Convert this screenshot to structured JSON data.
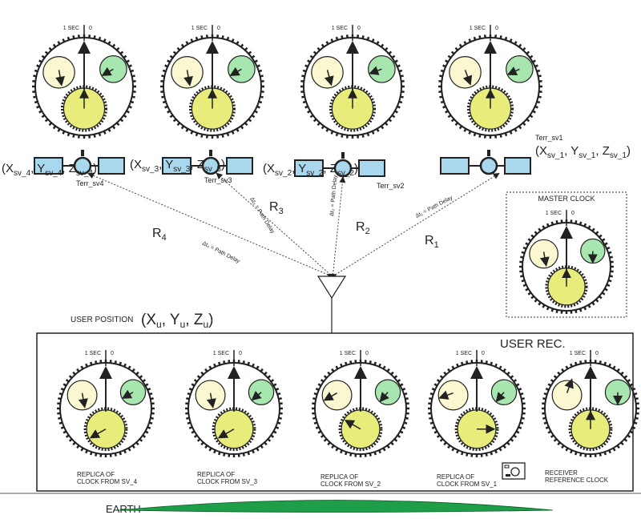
{
  "clock_labels": {
    "one_sec": "1 SEC",
    "zero": "0"
  },
  "satellites": [
    {
      "id": "sv4",
      "x": "X",
      "y": "Y",
      "z": "Z",
      "sub": "sv_4",
      "terr": "Terr_sv4",
      "range": "R",
      "range_sub": "4",
      "delay": "Δt₄ = Path Delay"
    },
    {
      "id": "sv3",
      "x": "X",
      "y": "Y",
      "z": "Z",
      "sub": "sv_3",
      "terr": "Terr_sv3",
      "range": "R",
      "range_sub": "3",
      "delay": "Δt₃ = Path Delay"
    },
    {
      "id": "sv2",
      "x": "X",
      "y": "Y",
      "z": "Z",
      "sub": "sv_2",
      "terr": "Terr_sv2",
      "range": "R",
      "range_sub": "2",
      "delay": "Δt₂ = Path Delay"
    },
    {
      "id": "sv1",
      "x": "X",
      "y": "Y",
      "z": "Z",
      "sub": "sv_1",
      "terr": "Terr_sv1",
      "range": "R",
      "range_sub": "1",
      "delay": "Δt₁ = Path Delay"
    }
  ],
  "master_clock": "MASTER CLOCK",
  "user_position": {
    "label": "USER POSITION",
    "x": "X",
    "y": "Y",
    "z": "Z",
    "sub": "u"
  },
  "user_rec": "USER REC.",
  "replicas": [
    [
      "REPLICA OF",
      "CLOCK FROM SV_4"
    ],
    [
      "REPLICA OF",
      "CLOCK FROM SV_3"
    ],
    [
      "REPLICA OF",
      "CLOCK FROM SV_2"
    ],
    [
      "REPLICA OF",
      "CLOCK FROM SV_1"
    ],
    [
      "RECEIVER",
      "REFERENCE CLOCK"
    ]
  ],
  "earth": "EARTH",
  "colors": {
    "satellite": "#a9d8ee",
    "small_dial": "#fbf7d0",
    "green_dial": "#a8e6b0",
    "big_dial": "#e8ec7a",
    "earth": "#1e9e48"
  }
}
